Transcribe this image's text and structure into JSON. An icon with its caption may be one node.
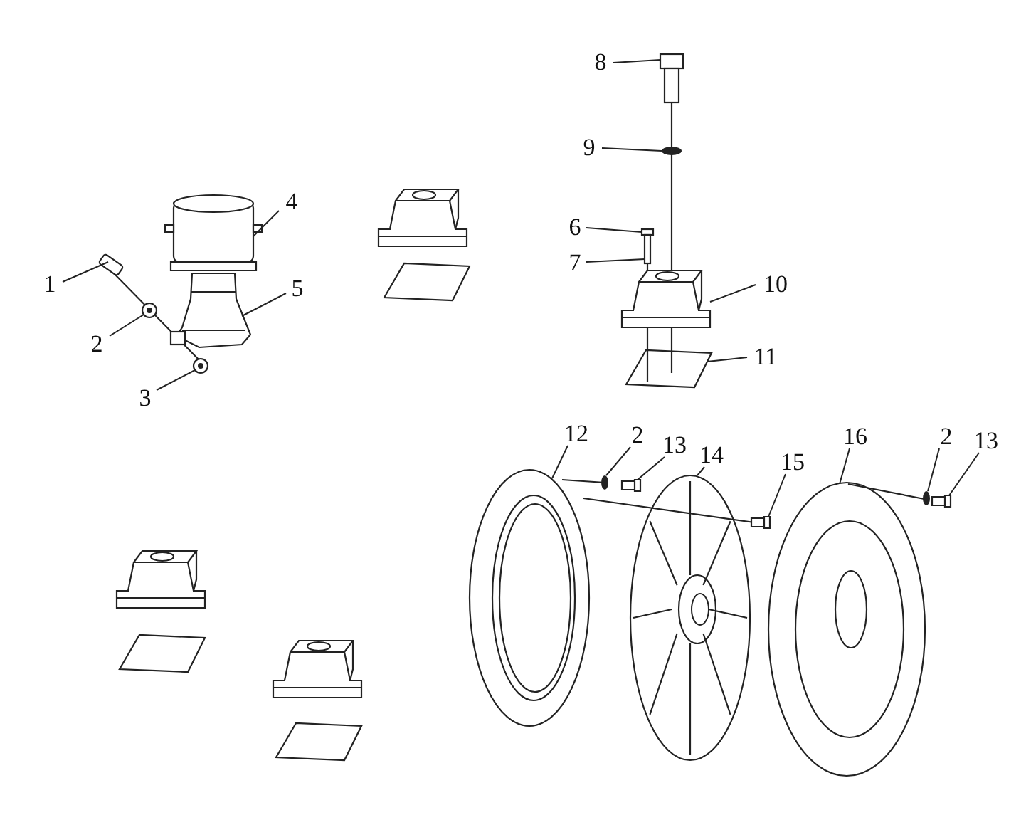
{
  "diagram": {
    "nodes": [
      {
        "text": [
          "1"
        ]
      },
      {
        "text": [
          "2"
        ]
      },
      {
        "text": [
          "3"
        ]
      },
      {
        "text": [
          "4"
        ]
      },
      {
        "text": [
          "5"
        ]
      },
      {
        "text": [
          "6"
        ]
      },
      {
        "text": [
          "7"
        ]
      },
      {
        "text": [
          "8"
        ]
      },
      {
        "text": [
          "9"
        ]
      },
      {
        "text": [
          "10"
        ]
      },
      {
        "text": [
          "11"
        ]
      },
      {
        "text": [
          "12"
        ]
      },
      {
        "text": [
          "2"
        ]
      },
      {
        "text": [
          "13"
        ]
      },
      {
        "text": [
          "14"
        ]
      },
      {
        "text": [
          "15"
        ]
      },
      {
        "text": [
          "16"
        ]
      },
      {
        "text": [
          "2"
        ]
      },
      {
        "text": [
          "13"
        ]
      },
      {
        "text": [],
        "shape": "box"
      },
      {
        "text": [],
        "shape": "circle"
      },
      {
        "text": [],
        "shape": "circle"
      },
      {
        "text": [],
        "shape": "cylinder"
      },
      {
        "text": [],
        "shape": "picture"
      },
      {
        "text": [],
        "shape": "box"
      },
      {
        "text": [],
        "shape": "box"
      },
      {
        "text": [],
        "shape": "picture"
      },
      {
        "text": [],
        "shape": "circle"
      },
      {
        "text": [],
        "shape": "picture"
      },
      {
        "text": [],
        "shape": "picture"
      },
      {
        "text": [],
        "shape": "picture"
      },
      {
        "text": [],
        "shape": "circle"
      },
      {
        "text": [],
        "shape": "box"
      },
      {
        "text": [],
        "shape": "picture"
      },
      {
        "text": [],
        "shape": "box"
      },
      {
        "text": [],
        "shape": "picture"
      },
      {
        "text": [],
        "shape": "circle"
      },
      {
        "text": [],
        "shape": "box"
      }
    ],
    "edges": [
      {
        "from": 0,
        "to": 19,
        "arrow": "none"
      },
      {
        "from": 1,
        "to": 20,
        "arrow": "none"
      },
      {
        "from": 2,
        "to": 21,
        "arrow": "none"
      },
      {
        "from": 3,
        "to": 22,
        "arrow": "none"
      },
      {
        "from": 4,
        "to": 23,
        "arrow": "none"
      },
      {
        "from": 5,
        "to": 24,
        "arrow": "none"
      },
      {
        "from": 6,
        "to": 25,
        "arrow": "none"
      },
      {
        "from": 7,
        "to": 26,
        "arrow": "none"
      },
      {
        "from": 8,
        "to": 27,
        "arrow": "none"
      },
      {
        "from": 9,
        "to": 28,
        "arrow": "none"
      },
      {
        "from": 10,
        "to": 29,
        "arrow": "none"
      },
      {
        "from": 11,
        "to": 30,
        "arrow": "none"
      },
      {
        "from": 12,
        "to": 31,
        "arrow": "none"
      },
      {
        "from": 13,
        "to": 32,
        "arrow": "none"
      },
      {
        "from": 14,
        "to": 33,
        "arrow": "none"
      },
      {
        "from": 15,
        "to": 34,
        "arrow": "none"
      },
      {
        "from": 16,
        "to": 35,
        "arrow": "none"
      },
      {
        "from": 17,
        "to": 36,
        "arrow": "none"
      },
      {
        "from": 18,
        "to": 37,
        "arrow": "none"
      }
    ]
  }
}
